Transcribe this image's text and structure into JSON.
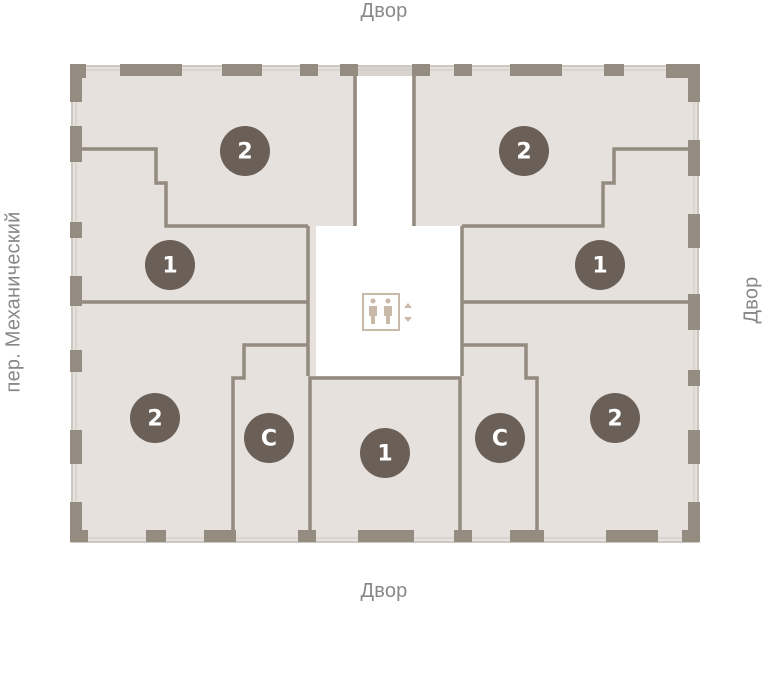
{
  "labels": {
    "top": "Двор",
    "bottom": "Двор",
    "right": "Двор",
    "left": "пер. Механический"
  },
  "units": [
    {
      "id": "u-nw",
      "rooms": "2"
    },
    {
      "id": "u-ne",
      "rooms": "2"
    },
    {
      "id": "u-w1",
      "rooms": "1"
    },
    {
      "id": "u-e1",
      "rooms": "1"
    },
    {
      "id": "u-sw",
      "rooms": "2"
    },
    {
      "id": "u-se",
      "rooms": "2"
    },
    {
      "id": "u-sc-left",
      "rooms": "С"
    },
    {
      "id": "u-sc-right",
      "rooms": "С"
    },
    {
      "id": "u-s1",
      "rooms": "1"
    }
  ],
  "core": {
    "icon": "elevator-icon"
  }
}
